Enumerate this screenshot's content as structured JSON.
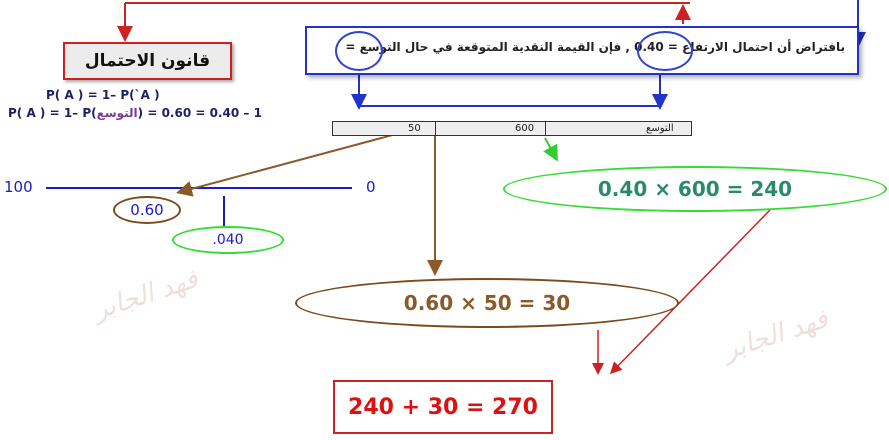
{
  "colors": {
    "blue": "#1a1acc",
    "red": "#cc2222",
    "green": "#33dd33",
    "brown": "#7b4a1d"
  },
  "law_title": "قانون الاحتمال",
  "formula_line1": "P( A ) = 1– P(`A )",
  "formula_line2_start": "P( A ) = 1– P(",
  "formula_line2_word": "التوسع",
  "formula_line2_end": ") = 1 – 0.40 = 0.60",
  "question": {
    "part1": "بافتراض أن احتمال",
    "word_rise": "الارتفاع",
    "part2": "= 0.40 , فإن القيمة النقدية المتوقعة في حال",
    "word_expand": "التوسع",
    "part3": "="
  },
  "table": {
    "label": "التوسع",
    "value_high": "600",
    "value_low": "50"
  },
  "scale": {
    "left": "100",
    "right": "0",
    "p_low": "0.60",
    "p_high": ".040"
  },
  "eq_green": "0.40 × 600 = 240",
  "eq_brown": "0.60 × 50 = 30",
  "result": "240 + 30 = 270",
  "watermark_text": "فهد الجابر"
}
